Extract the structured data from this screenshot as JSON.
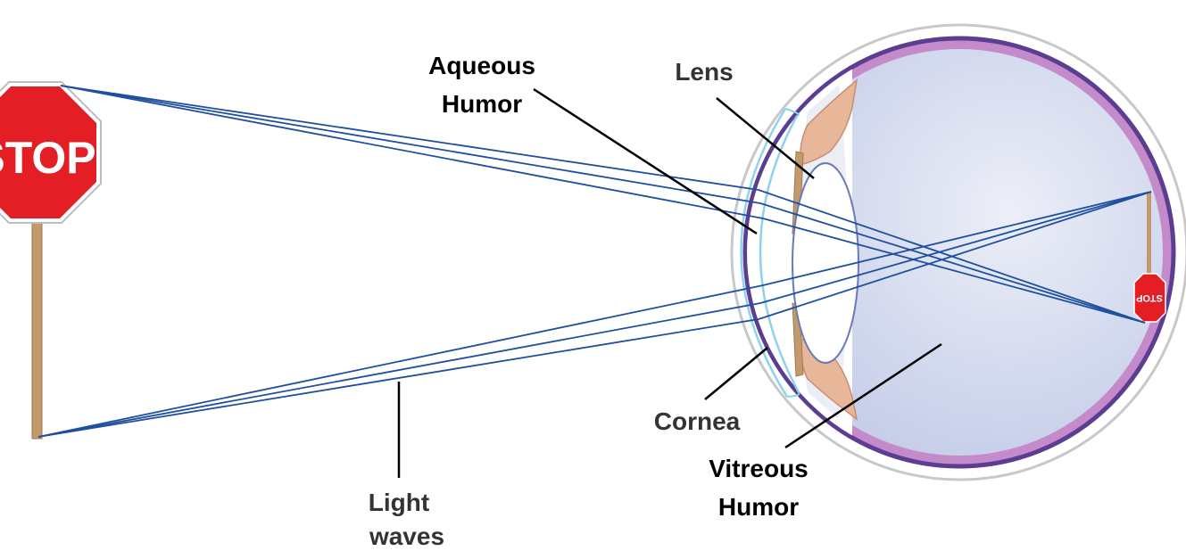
{
  "sign": {
    "text": "STOP"
  },
  "image_sign": {
    "text": "STOP"
  },
  "labels": {
    "aqueous_line1": "Aqueous",
    "aqueous_line2": "Humor",
    "lens": "Lens",
    "cornea": "Cornea",
    "vitreous_line1": "Vitreous",
    "vitreous_line2": "Humor",
    "light_line1": "Light",
    "light_line2": "waves"
  },
  "colors": {
    "sign_red": "#e31e24",
    "post": "#c49a6c",
    "rays": "#1f4f9f",
    "eye_fill": "#d7ddf0",
    "choroid": "#9b59a6",
    "sclera": "#c0c0c0",
    "cornea_line": "#8fd3ea",
    "iris": "#e8b79a"
  }
}
